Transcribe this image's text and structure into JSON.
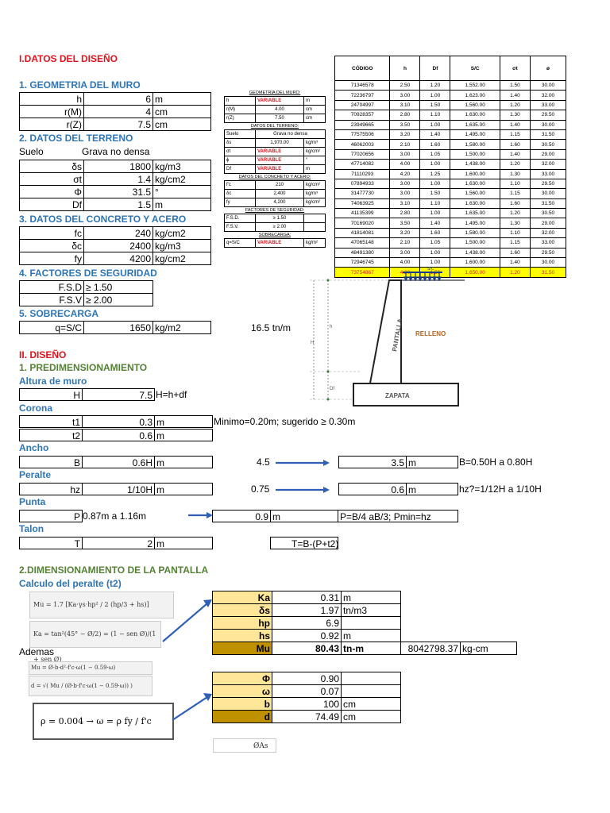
{
  "title": "I.DATOS DEL DISEÑO",
  "geom": {
    "title": "1. GEOMETRIA DEL  MURO",
    "rows": [
      {
        "label": "h",
        "value": "6",
        "unit": "m"
      },
      {
        "label": "r(M)",
        "value": "4",
        "unit": "cm"
      },
      {
        "label": "r(Z)",
        "value": "7.5",
        "unit": "cm"
      }
    ]
  },
  "terreno": {
    "title": "2. DATOS DEL TERRENO",
    "suelo_label": "Suelo",
    "suelo_value": "Grava no densa",
    "rows": [
      {
        "label": "δs",
        "value": "1800",
        "unit": "kg/m3"
      },
      {
        "label": "σt",
        "value": "1.4",
        "unit": "kg/cm2"
      },
      {
        "label": "Φ",
        "value": "31.5",
        "unit": "°"
      },
      {
        "label": "Df",
        "value": "1.5",
        "unit": "m"
      }
    ]
  },
  "concreto": {
    "title": "3. DATOS DEL CONCRETO Y ACERO",
    "rows": [
      {
        "label": "fc",
        "value": "240",
        "unit": "kg/cm2"
      },
      {
        "label": "δc",
        "value": "2400",
        "unit": "kg/m3"
      },
      {
        "label": "fy",
        "value": "4200",
        "unit": "kg/cm2"
      }
    ]
  },
  "factores": {
    "title": "4. FACTORES DE SEGURIDAD",
    "rows": [
      {
        "label": "F.S.D",
        "value": "≥ 1.50"
      },
      {
        "label": "F.S.V",
        "value": "≥ 2.00"
      }
    ]
  },
  "sobrecarga": {
    "title": "5. SOBRECARGA",
    "label": "q=S/C",
    "value": "1650",
    "unit": "kg/m2",
    "note": "16.5 tn/m"
  },
  "spec": {
    "cap1": "GEOMETRÍA DEL MURO:",
    "g": [
      [
        "h",
        "VARIABLE",
        "m"
      ],
      [
        "r(M)",
        "4.00",
        "cm"
      ],
      [
        "r(Z)",
        "7.50",
        "cm"
      ]
    ],
    "cap2": "DATOS DEL TERRENO:",
    "suelo": [
      "Suelo",
      "Grava no densa"
    ],
    "t": [
      [
        "δs",
        "1,970.00",
        "kg/m³"
      ],
      [
        "σt",
        "VARIABLE",
        "kg/cm²"
      ],
      [
        "ϕ",
        "VARIABLE",
        "°"
      ],
      [
        "Df",
        "VARIABLE",
        "m"
      ]
    ],
    "cap3": "DATOS DEL CONCRETO Y ACERO:",
    "c": [
      [
        "f'c",
        "210",
        "kg/cm²"
      ],
      [
        "δc",
        "2,400",
        "kg/m³"
      ],
      [
        "fy",
        "4,200",
        "kg/cm²"
      ]
    ],
    "cap4": "FACTORES DE SEGURIDAD:",
    "f": [
      [
        "F.S.D.",
        "≥ 1.50"
      ],
      [
        "F.S.V.",
        "≥ 2.00"
      ]
    ],
    "cap5": "SOBRECARGA:",
    "s": [
      "q=S/C",
      "VARIABLE",
      "kg/m²"
    ]
  },
  "codes": {
    "headers": [
      "CÓDIGO",
      "h",
      "Df",
      "S/C",
      "σt",
      "ø"
    ],
    "rows": [
      [
        "71346578",
        "2.50",
        "1.20",
        "1,552.00",
        "1.50",
        "30.00"
      ],
      [
        "72236797",
        "3.00",
        "1.00",
        "1,623.00",
        "1.40",
        "32.00"
      ],
      [
        "24704997",
        "3.10",
        "1.50",
        "1,560.00",
        "1.20",
        "33.00"
      ],
      [
        "70928357",
        "2.80",
        "1.10",
        "1,630.00",
        "1.30",
        "29.50"
      ],
      [
        "23949665",
        "3.50",
        "1.00",
        "1,635.00",
        "1.40",
        "30.00"
      ],
      [
        "77575506",
        "3.20",
        "1.40",
        "1,495.00",
        "1.15",
        "31.50"
      ],
      [
        "46062003",
        "2.10",
        "1.60",
        "1,580.00",
        "1.60",
        "30.50"
      ],
      [
        "77020656",
        "3.00",
        "1.05",
        "1,500.00",
        "1.40",
        "29.00"
      ],
      [
        "47714082",
        "4.00",
        "1.00",
        "1,438.00",
        "1.20",
        "32.00"
      ],
      [
        "71110293",
        "4.20",
        "1.25",
        "1,600.00",
        "1.30",
        "33.00"
      ],
      [
        "07894933",
        "3.00",
        "1.00",
        "1,630.00",
        "1.10",
        "29.50"
      ],
      [
        "31477730",
        "3.00",
        "1.50",
        "1,560.00",
        "1.15",
        "30.00"
      ],
      [
        "74063925",
        "3.10",
        "1.10",
        "1,630.00",
        "1.60",
        "31.50"
      ],
      [
        "41135399",
        "2.80",
        "1.00",
        "1,635.00",
        "1.20",
        "30.50"
      ],
      [
        "70169020",
        "3.50",
        "1.40",
        "1,495.00",
        "1.30",
        "29.00"
      ],
      [
        "41814081",
        "3.20",
        "1.60",
        "1,580.00",
        "1.10",
        "32.00"
      ],
      [
        "47065148",
        "2.10",
        "1.05",
        "1,500.00",
        "1.15",
        "33.00"
      ],
      [
        "48491380",
        "3.00",
        "1.00",
        "1,438.00",
        "1.60",
        "29.50"
      ],
      [
        "72946745",
        "4.00",
        "1.00",
        "1,600.00",
        "1.40",
        "30.00"
      ],
      [
        "73754867",
        "4.20",
        "1.50",
        "1,650.00",
        "1.20",
        "31.50"
      ]
    ]
  },
  "diagram": {
    "sc": "S/C",
    "pantalla": "PANTALLA",
    "relleno": "RELLENO",
    "zapata": "ZAPATA",
    "h": "h",
    "H": "H",
    "df": "Df"
  },
  "diseno": {
    "title": "II. DISEÑO",
    "sub1": "1. PREDIMENSIONAMIENTO",
    "altura": "Altura de muro",
    "H": {
      "label": "H",
      "value": "7.5",
      "note": "H=h+df"
    },
    "corona": "Corona",
    "t1": {
      "label": "t1",
      "value": "0.3",
      "unit": "m",
      "note": "Minimo=0.20m; sugerido ≥ 0.30m"
    },
    "t2": {
      "label": "t2",
      "value": "0.6",
      "unit": "m"
    },
    "ancho": "Ancho",
    "B": {
      "label": "B",
      "value": "0.6H",
      "unit": "m",
      "calc": "4.5",
      "result": "3.5",
      "runit": "m",
      "note": "B=0.50H a 0.80H"
    },
    "peralte": "Peralte",
    "hz": {
      "label": "hz",
      "value": "1/10H",
      "unit": "m",
      "calc": "0.75",
      "result": "0.6",
      "runit": "m",
      "note": "hz?=1/12H a 1/10H"
    },
    "punta": "Punta",
    "P": {
      "label": "P",
      "value": "0.87m a 1.16m",
      "result": "0.9",
      "runit": "m",
      "note": "P=B/4 aB/3; Pmin=hz"
    },
    "talon": "Talon",
    "T": {
      "label": "T",
      "value": "2",
      "unit": "m",
      "note": "T=B-(P+t2)"
    }
  },
  "pantalla": {
    "title": "2.DIMENSIONAMIENTO DE LA PANTALLA",
    "sub": "Calculo del peralte (t2)",
    "ademas": "Ademas",
    "t1": [
      {
        "label": "Ka",
        "value": "0.31",
        "unit": "m"
      },
      {
        "label": "δs",
        "value": "1.97",
        "unit": "tn/m3"
      },
      {
        "label": "hp",
        "value": "6.9",
        "unit": ""
      },
      {
        "label": "hs",
        "value": "0.92",
        "unit": "m"
      },
      {
        "label": "Mu",
        "value": "80.43",
        "unit": "tn-m",
        "extra": "8042798.37",
        "extraunit": "kg-cm"
      }
    ],
    "t2": [
      {
        "label": "Φ",
        "value": "0.90",
        "unit": ""
      },
      {
        "label": "ω",
        "value": "0.07",
        "unit": ""
      },
      {
        "label": "b",
        "value": "100",
        "unit": "cm"
      },
      {
        "label": "d",
        "value": "74.49",
        "unit": "cm"
      }
    ],
    "f1": "Mu = 1.7 [Ka·γs·hp² / 2 (hp/3 + hs)]",
    "f2": "Ka = tan²(45° − Ø/2) = (1 − sen Ø)/(1 + sen Ø)",
    "f3a": "Mu = Ø·b·d²·f'c·ω(1 − 0.59·ω)",
    "f3b": "d = √( Mu / (Ø·b·f'c·ω(1 − 0.59·ω)) )",
    "f4": "ρ = 0.004 → ω = ρ fy / f'c",
    "f5": "ØAs"
  }
}
